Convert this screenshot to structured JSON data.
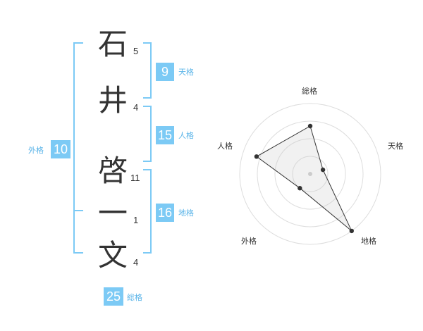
{
  "name": {
    "chars": [
      {
        "char": "石",
        "strokes": "5"
      },
      {
        "char": "井",
        "strokes": "4"
      },
      {
        "char": "啓",
        "strokes": "11"
      },
      {
        "char": "一",
        "strokes": "1"
      },
      {
        "char": "文",
        "strokes": "4"
      }
    ]
  },
  "fortunes": {
    "ten": {
      "value": "9",
      "label": "天格"
    },
    "jin": {
      "value": "15",
      "label": "人格"
    },
    "chi": {
      "value": "16",
      "label": "地格"
    },
    "gai": {
      "value": "10",
      "label": "外格"
    },
    "sou": {
      "value": "25",
      "label": "総格"
    }
  },
  "colors": {
    "accent": "#7ccaf5",
    "accent_text": "#5ab4e8",
    "ink": "#333333"
  },
  "chart_data": {
    "type": "radar",
    "axes": [
      "総格",
      "天格",
      "地格",
      "外格",
      "人格"
    ],
    "values": [
      0.68,
      0.19,
      1.0,
      0.25,
      0.8
    ],
    "rings": 4,
    "grid": true
  }
}
